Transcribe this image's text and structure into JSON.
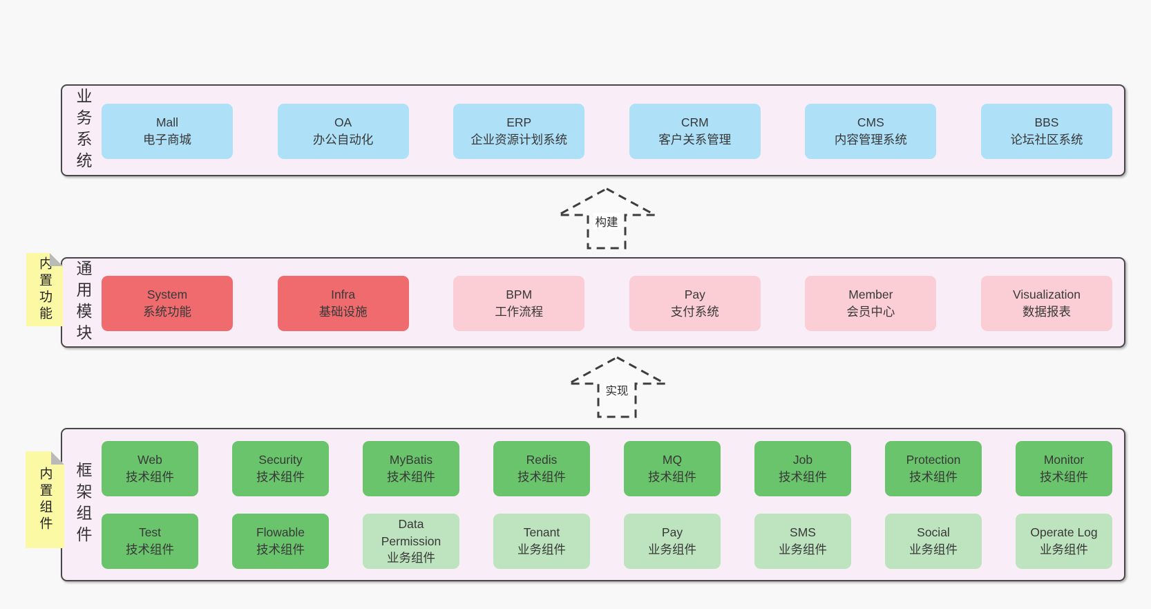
{
  "colors": {
    "page_bg": "#f8f8f8",
    "band_bg": "#f9eef8",
    "band_border": "#474747",
    "box_blue": "#aee0f7",
    "box_red": "#ef6b6d",
    "box_pink": "#fbced6",
    "box_green": "#6ac46c",
    "box_green_light": "#bde4bf",
    "note_yellow": "#fbf9a3",
    "note_fold": "#bababa",
    "text": "#333333",
    "arrow_stroke": "#3d3d3d"
  },
  "arrows": [
    {
      "label": "构建"
    },
    {
      "label": "实现"
    }
  ],
  "bands": [
    {
      "name": "business-systems",
      "label": "业务系统",
      "rows": [
        [
          {
            "en": "Mall",
            "zh": "电子商城",
            "variant": "blue"
          },
          {
            "en": "OA",
            "zh": "办公自动化",
            "variant": "blue"
          },
          {
            "en": "ERP",
            "zh": "企业资源计划系统",
            "variant": "blue"
          },
          {
            "en": "CRM",
            "zh": "客户关系管理",
            "variant": "blue"
          },
          {
            "en": "CMS",
            "zh": "内容管理系统",
            "variant": "blue"
          },
          {
            "en": "BBS",
            "zh": "论坛社区系统",
            "variant": "blue"
          }
        ]
      ]
    },
    {
      "name": "common-modules",
      "label": "通用模块",
      "note": "内置功能",
      "rows": [
        [
          {
            "en": "System",
            "zh": "系统功能",
            "variant": "red"
          },
          {
            "en": "Infra",
            "zh": "基础设施",
            "variant": "red"
          },
          {
            "en": "BPM",
            "zh": "工作流程",
            "variant": "pink"
          },
          {
            "en": "Pay",
            "zh": "支付系统",
            "variant": "pink"
          },
          {
            "en": "Member",
            "zh": "会员中心",
            "variant": "pink"
          },
          {
            "en": "Visualization",
            "zh": "数据报表",
            "variant": "pink"
          }
        ]
      ]
    },
    {
      "name": "framework-components",
      "label": "框架组件",
      "note": "内置组件",
      "rows": [
        [
          {
            "en": "Web",
            "zh": "技术组件",
            "variant": "green"
          },
          {
            "en": "Security",
            "zh": "技术组件",
            "variant": "green"
          },
          {
            "en": "MyBatis",
            "zh": "技术组件",
            "variant": "green"
          },
          {
            "en": "Redis",
            "zh": "技术组件",
            "variant": "green"
          },
          {
            "en": "MQ",
            "zh": "技术组件",
            "variant": "green"
          },
          {
            "en": "Job",
            "zh": "技术组件",
            "variant": "green"
          },
          {
            "en": "Protection",
            "zh": "技术组件",
            "variant": "green"
          },
          {
            "en": "Monitor",
            "zh": "技术组件",
            "variant": "green"
          }
        ],
        [
          {
            "en": "Test",
            "zh": "技术组件",
            "variant": "green"
          },
          {
            "en": "Flowable",
            "zh": "技术组件",
            "variant": "green"
          },
          {
            "en": "Data Permission",
            "zh": "业务组件",
            "variant": "green-light"
          },
          {
            "en": "Tenant",
            "zh": "业务组件",
            "variant": "green-light"
          },
          {
            "en": "Pay",
            "zh": "业务组件",
            "variant": "green-light"
          },
          {
            "en": "SMS",
            "zh": "业务组件",
            "variant": "green-light"
          },
          {
            "en": "Social",
            "zh": "业务组件",
            "variant": "green-light"
          },
          {
            "en": "Operate Log",
            "zh": "业务组件",
            "variant": "green-light"
          }
        ]
      ]
    }
  ]
}
